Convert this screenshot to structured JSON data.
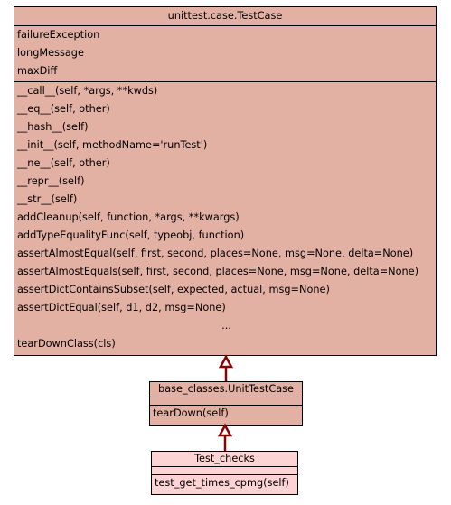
{
  "classes": {
    "testcase": {
      "name": "unittest.case.TestCase",
      "attributes": [
        "failureException",
        "longMessage",
        "maxDiff"
      ],
      "methods": [
        "__call__(self, *args, **kwds)",
        "__eq__(self, other)",
        "__hash__(self)",
        "__init__(self, methodName='runTest')",
        "__ne__(self, other)",
        "__repr__(self)",
        "__str__(self)",
        "addCleanup(self, function, *args, **kwargs)",
        "addTypeEqualityFunc(self, typeobj, function)",
        "assertAlmostEqual(self, first, second, places=None, msg=None, delta=None)",
        "assertAlmostEquals(self, first, second, places=None, msg=None, delta=None)",
        "assertDictContainsSubset(self, expected, actual, msg=None)",
        "assertDictEqual(self, d1, d2, msg=None)"
      ],
      "ellipsis": "...",
      "last_method": "tearDownClass(cls)"
    },
    "unittestcase": {
      "name": "base_classes.UnitTestCase",
      "methods": [
        "tearDown(self)"
      ]
    },
    "testchecks": {
      "name": "Test_checks",
      "methods": [
        "test_get_times_cpmg(self)"
      ]
    }
  },
  "colors": {
    "base_class_fill": "#e2b1a4",
    "focus_class_fill": "#fdd3d4",
    "inheritance_arrow": "#8b0000"
  }
}
